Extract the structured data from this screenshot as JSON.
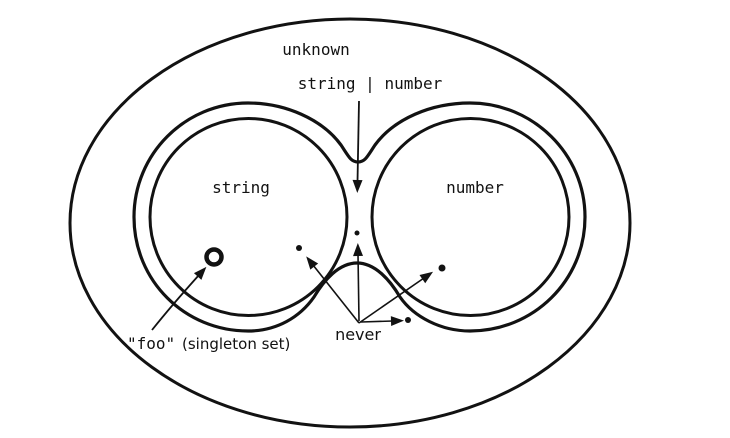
{
  "labels": {
    "unknown": "unknown",
    "union": "string | number",
    "string_set": "string",
    "number_set": "number",
    "foo": "\"foo\"",
    "singleton_note": "(singleton set)",
    "never": "never"
  },
  "colors": {
    "ink": "#121212",
    "background": "#ffffff"
  }
}
